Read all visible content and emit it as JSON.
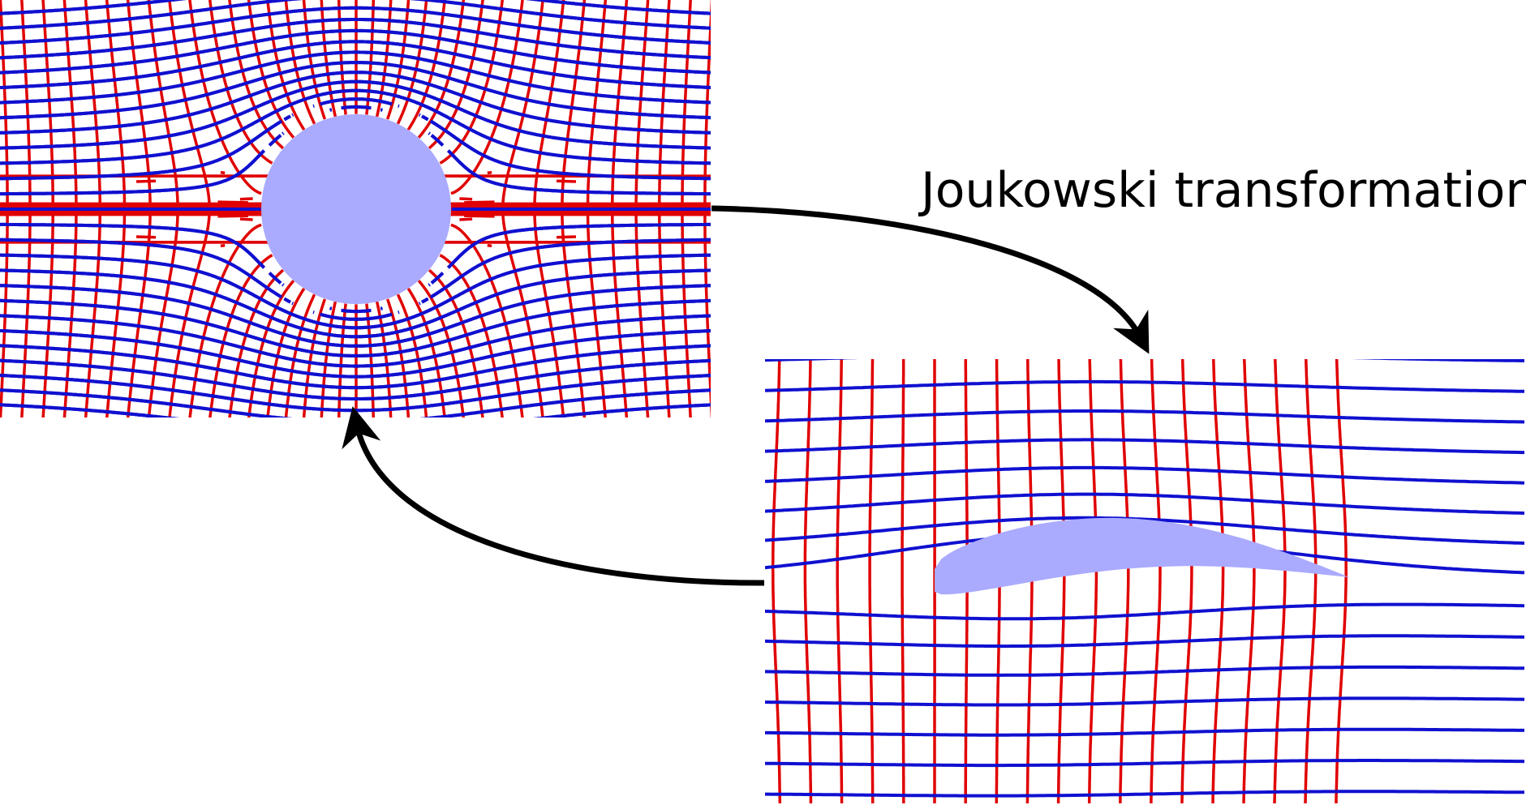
{
  "title": "Joukowski transformation",
  "colors": {
    "streamlines": "#1010d0",
    "potential_lines": "#e00000",
    "body_fill": "#aaaaff",
    "arrow": "#000000",
    "background": "#ffffff"
  },
  "panels": [
    {
      "name": "circle-plane",
      "body": "circle"
    },
    {
      "name": "airfoil-plane",
      "body": "airfoil"
    }
  ],
  "arrows": [
    {
      "name": "forward-mapping-arrow",
      "from": "circle-plane",
      "to": "airfoil-plane"
    },
    {
      "name": "inverse-mapping-arrow",
      "from": "airfoil-plane",
      "to": "circle-plane"
    }
  ]
}
